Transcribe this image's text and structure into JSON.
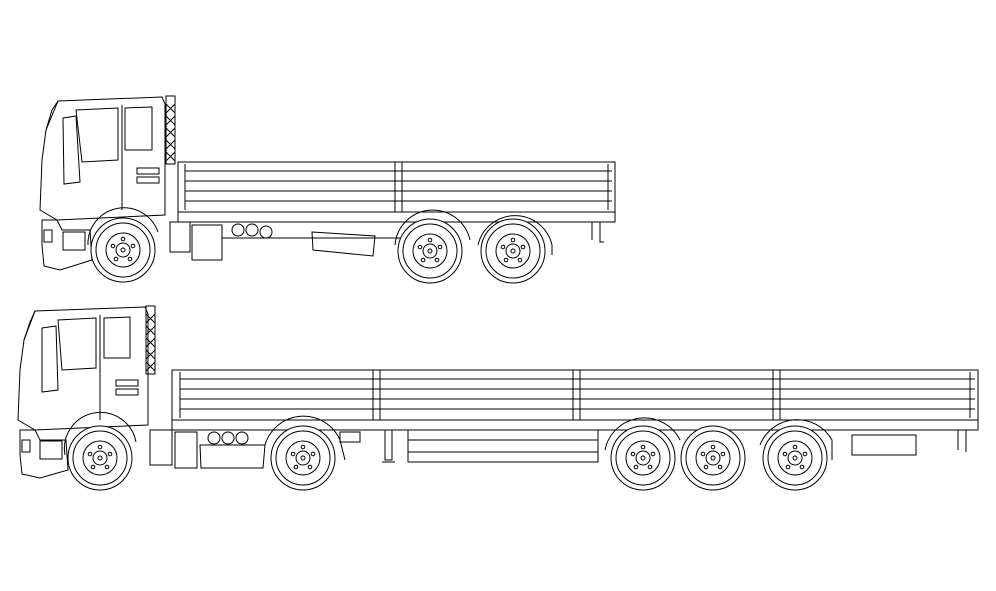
{
  "drawing": {
    "background": "#ffffff",
    "stroke": "#000000",
    "vehicles": [
      {
        "kind": "rigid-flatbed-truck",
        "axles": 3
      },
      {
        "kind": "tractor-with-flatbed-semitrailer",
        "axles": 5
      }
    ]
  }
}
